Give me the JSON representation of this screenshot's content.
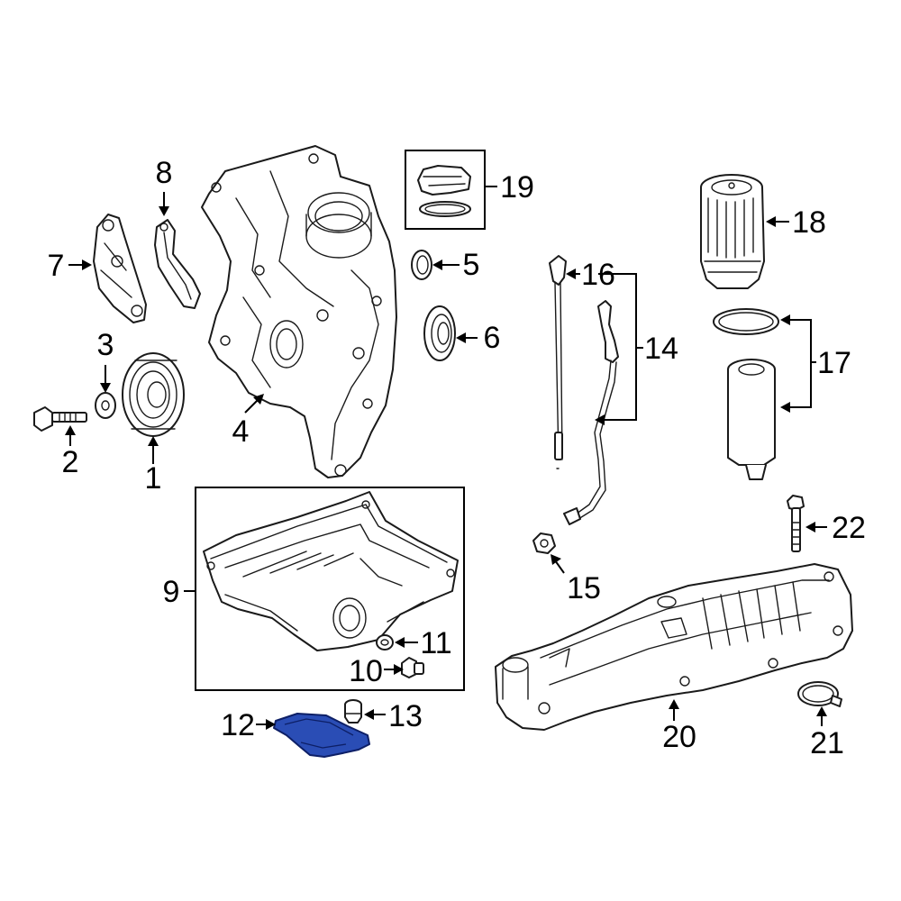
{
  "colors": {
    "line": "#1a1a1a",
    "background": "#ffffff",
    "highlight_fill": "#2a4db5",
    "highlight_stroke": "#0d1f66"
  },
  "highlighted_part": "12",
  "callouts": {
    "c1": "1",
    "c2": "2",
    "c3": "3",
    "c4": "4",
    "c5": "5",
    "c6": "6",
    "c7": "7",
    "c8": "8",
    "c9": "9",
    "c10": "10",
    "c11": "11",
    "c12": "12",
    "c13": "13",
    "c14": "14",
    "c15": "15",
    "c16": "16",
    "c17": "17",
    "c18": "18",
    "c19": "19",
    "c20": "20",
    "c21": "21",
    "c22": "22"
  }
}
